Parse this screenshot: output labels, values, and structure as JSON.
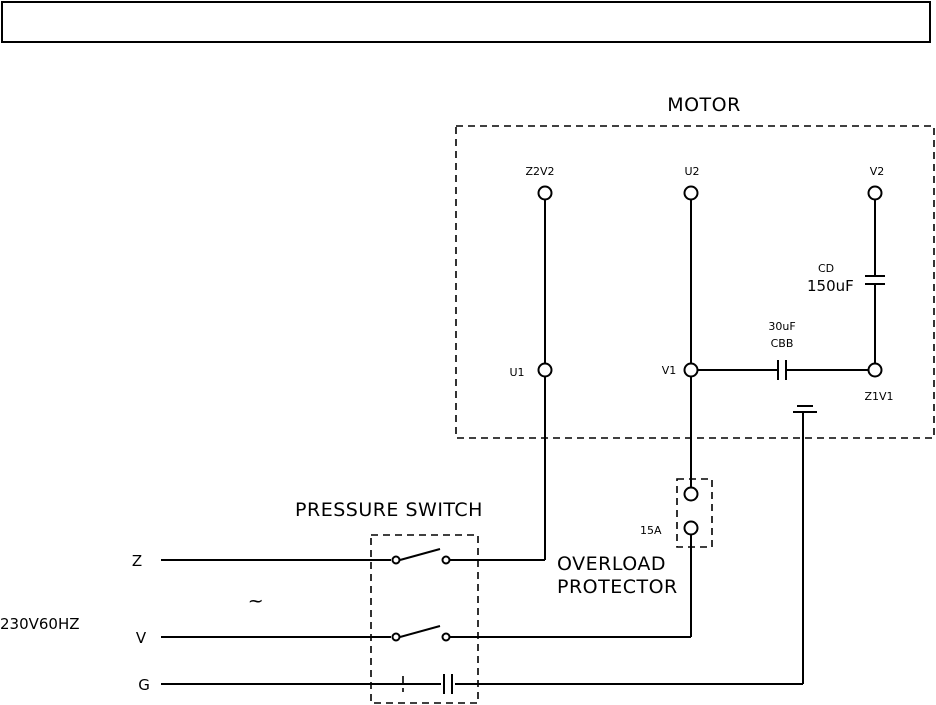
{
  "header": {
    "text": ""
  },
  "motor": {
    "title": "MOTOR",
    "terminals": {
      "z2v2": "Z2V2",
      "u2": "U2",
      "v2": "V2",
      "u1": "U1",
      "v1": "V1",
      "z1v1": "Z1V1"
    },
    "run_capacitor": {
      "value": "30uF",
      "type": "CBB"
    },
    "start_capacitor": {
      "type": "CD",
      "value": "150uF"
    }
  },
  "pressure_switch": {
    "title": "PRESSURE SWITCH"
  },
  "overload_protector": {
    "rating": "15A",
    "line1": "OVERLOAD",
    "line2": "PROTECTOR"
  },
  "supply": {
    "voltage": "230V60HZ",
    "lines": {
      "z": "Z",
      "v": "V",
      "g": "G"
    },
    "ac_symbol": "~"
  }
}
